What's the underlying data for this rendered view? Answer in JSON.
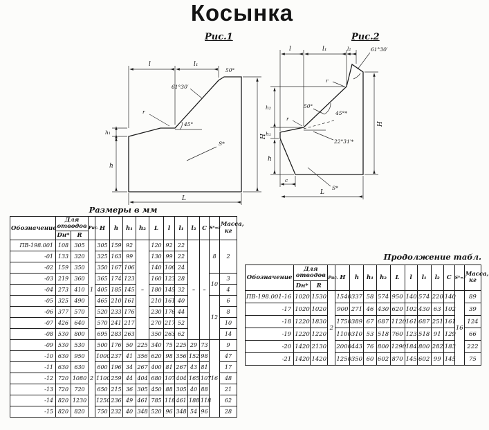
{
  "title": "Косынка",
  "figures": {
    "fig1": {
      "caption": "Рис.1",
      "labels": {
        "l": "l",
        "l1": "l₁",
        "angle_top": "61°30′",
        "angle_50": "50°",
        "r": "r",
        "angle_45": "45°",
        "s": "S*",
        "H": "H",
        "h": "h",
        "h1": "h₁",
        "L": "L"
      }
    },
    "fig2": {
      "caption": "Рис.2",
      "labels": {
        "l": "l",
        "l1": "l₁",
        "l2": "l₂",
        "angle_top": "61°30′",
        "angle_50": "50°",
        "r_top": "r",
        "r_low": "r",
        "angle_45": "45°*",
        "angle_22": "22°31′*",
        "s": "S*",
        "H": "H",
        "h": "h",
        "h1": "h₁",
        "h2": "h₂",
        "c": "c",
        "L": "L"
      }
    }
  },
  "columns": {
    "designation": "Обозначение",
    "for_bends": "Для отводов",
    "dn": "Dн*",
    "r": "R",
    "fig": "Рис.",
    "H": "H",
    "h": "h",
    "h1": "h₁",
    "h2": "h₂",
    "L": "L",
    "l": "l",
    "l1": "l₁",
    "l2": "l₂",
    "C": "C",
    "s": "S*=r",
    "mass": "Масса, кг"
  },
  "table1": {
    "caption": "Размеры в мм",
    "rows": [
      [
        "ПВ-198.001",
        "108",
        "305",
        {
          "v": "1",
          "rs": 9
        },
        "305",
        "159",
        "92",
        {
          "v": "–",
          "rs": 9
        },
        "120",
        "92",
        "22",
        {
          "v": "–",
          "rs": 9
        },
        {
          "v": "–",
          "rs": 9
        },
        {
          "v": "8",
          "rs": 3
        },
        {
          "v": "2",
          "rs": 3
        }
      ],
      [
        "-01",
        "133",
        "320",
        null,
        "325",
        "163",
        "99",
        null,
        "130",
        "99",
        "22",
        null,
        null,
        null,
        null
      ],
      [
        "-02",
        "159",
        "350",
        null,
        "350",
        "167",
        "106",
        null,
        "140",
        "106",
        "24",
        null,
        null,
        null,
        null
      ],
      [
        "-03",
        "219",
        "360",
        null,
        "365",
        "174",
        "123",
        null,
        "160",
        "123",
        "28",
        null,
        null,
        null,
        {
          "v": "10",
          "rs": 2
        },
        "3"
      ],
      [
        "-04",
        "273",
        "410",
        null,
        "405",
        "185",
        "145",
        null,
        "180",
        "145",
        "32",
        null,
        null,
        null,
        "4"
      ],
      [
        "-05",
        "325",
        "490",
        null,
        "465",
        "210",
        "161",
        null,
        "210",
        "161",
        "40",
        null,
        null,
        null,
        {
          "v": "12",
          "rs": 4
        },
        "6"
      ],
      [
        "-06",
        "377",
        "570",
        null,
        "520",
        "233",
        "176",
        null,
        "230",
        "176",
        "44",
        null,
        null,
        null,
        "8"
      ],
      [
        "-07",
        "426",
        "640",
        null,
        "570",
        "241",
        "217",
        null,
        "270",
        "217",
        "52",
        null,
        null,
        null,
        "10"
      ],
      [
        "-08",
        "530",
        "800",
        null,
        "695",
        "283",
        "263",
        null,
        "350",
        "263",
        "62",
        null,
        null,
        null,
        "14"
      ],
      [
        "-09",
        "530",
        "530",
        {
          "v": "2",
          "rs": 7
        },
        "500",
        "176",
        "50",
        "225",
        "340",
        "75",
        "225",
        "29",
        "73",
        {
          "v": "16",
          "rs": 7
        },
        "9"
      ],
      [
        "-10",
        "630",
        "950",
        null,
        "1000",
        "237",
        "41",
        "356",
        "620",
        "98",
        "356",
        "152",
        "98",
        null,
        "47"
      ],
      [
        "-11",
        "630",
        "630",
        null,
        "600",
        "196",
        "34",
        "267",
        "400",
        "81",
        "267",
        "43",
        "81",
        null,
        "17"
      ],
      [
        "-12",
        "720",
        "1080",
        null,
        "1100",
        "259",
        "44",
        "404",
        "680",
        "107",
        "404",
        "165",
        "107",
        null,
        "48"
      ],
      [
        "-13",
        "720",
        "720",
        null,
        "650",
        "215",
        "36",
        "305",
        "450",
        "88",
        "305",
        "40",
        "88",
        null,
        "21"
      ],
      [
        "-14",
        "820",
        "1230",
        null,
        "1250",
        "236",
        "49",
        "461",
        "785",
        "118",
        "461",
        "188",
        "118",
        null,
        "62"
      ],
      [
        "-15",
        "820",
        "820",
        null,
        "750",
        "232",
        "40",
        "348",
        "520",
        "96",
        "348",
        "54",
        "96",
        null,
        "28"
      ]
    ]
  },
  "table2": {
    "caption": "Продолжение табл.",
    "rows": [
      [
        "ПВ-198.001-16",
        "1020",
        "1530",
        {
          "v": "2",
          "rs": 6
        },
        "1540",
        "337",
        "58",
        "574",
        "950",
        "140",
        "574",
        "220",
        "140",
        {
          "v": "16",
          "rs": 6
        },
        "89"
      ],
      [
        "-17",
        "1020",
        "1020",
        null,
        "900",
        "271",
        "46",
        "430",
        "620",
        "102",
        "430",
        "63",
        "102",
        null,
        "39"
      ],
      [
        "-18",
        "1220",
        "1830",
        null,
        "1750",
        "389",
        "67",
        "687",
        "1120",
        "161",
        "687",
        "251",
        "161",
        null,
        "124"
      ],
      [
        "-19",
        "1220",
        "1220",
        null,
        "1100",
        "310",
        "53",
        "518",
        "760",
        "123",
        "518",
        "91",
        "129",
        null,
        "66"
      ],
      [
        "-20",
        "1420",
        "2130",
        null,
        "2000",
        "443",
        "76",
        "800",
        "1290",
        "184",
        "800",
        "282",
        "183",
        null,
        "222"
      ],
      [
        "-21",
        "1420",
        "1420",
        null,
        "1250",
        "350",
        "60",
        "602",
        "870",
        "145",
        "602",
        "99",
        "145",
        null,
        "75"
      ]
    ]
  }
}
